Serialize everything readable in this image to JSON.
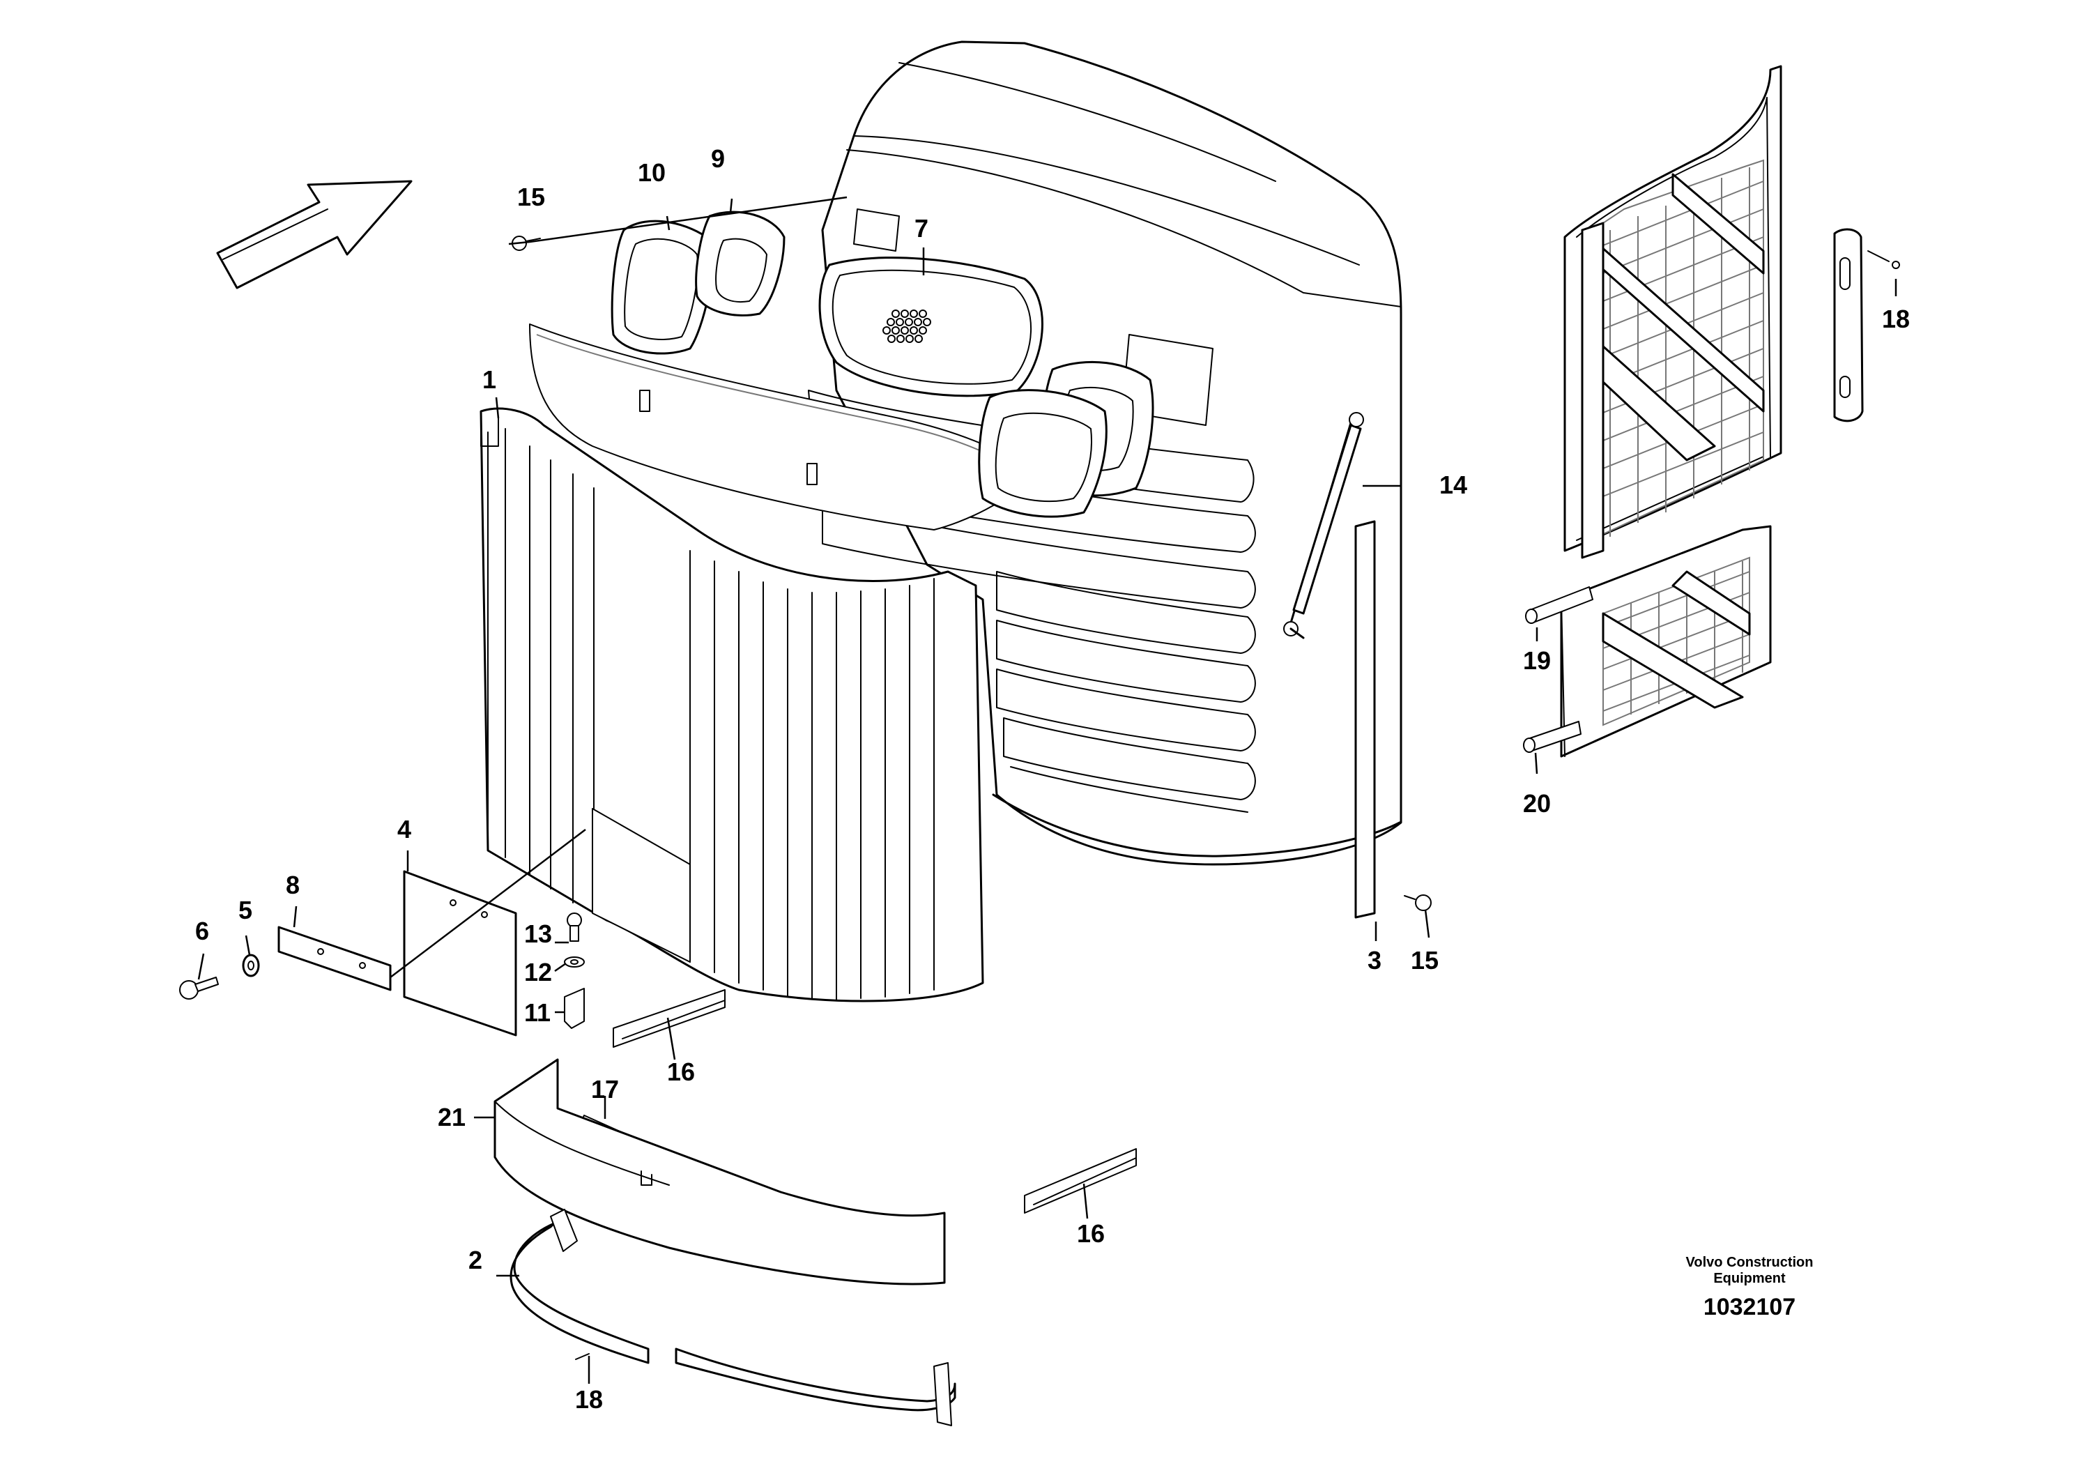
{
  "diagram": {
    "callouts": [
      {
        "id": "c1",
        "label": "1"
      },
      {
        "id": "c2",
        "label": "2"
      },
      {
        "id": "c3",
        "label": "3"
      },
      {
        "id": "c4",
        "label": "4"
      },
      {
        "id": "c5",
        "label": "5"
      },
      {
        "id": "c6",
        "label": "6"
      },
      {
        "id": "c7",
        "label": "7"
      },
      {
        "id": "c8",
        "label": "8"
      },
      {
        "id": "c9",
        "label": "9"
      },
      {
        "id": "c10",
        "label": "10"
      },
      {
        "id": "c11",
        "label": "11"
      },
      {
        "id": "c12",
        "label": "12"
      },
      {
        "id": "c13",
        "label": "13"
      },
      {
        "id": "c14",
        "label": "14"
      },
      {
        "id": "c15a",
        "label": "15"
      },
      {
        "id": "c15b",
        "label": "15"
      },
      {
        "id": "c16a",
        "label": "16"
      },
      {
        "id": "c16b",
        "label": "16"
      },
      {
        "id": "c17",
        "label": "17"
      },
      {
        "id": "c18a",
        "label": "18"
      },
      {
        "id": "c18b",
        "label": "18"
      },
      {
        "id": "c19",
        "label": "19"
      },
      {
        "id": "c20",
        "label": "20"
      },
      {
        "id": "c21",
        "label": "21"
      }
    ],
    "credit": {
      "line1": "Volvo Construction",
      "line2": "Equipment",
      "code": "1032107"
    }
  }
}
